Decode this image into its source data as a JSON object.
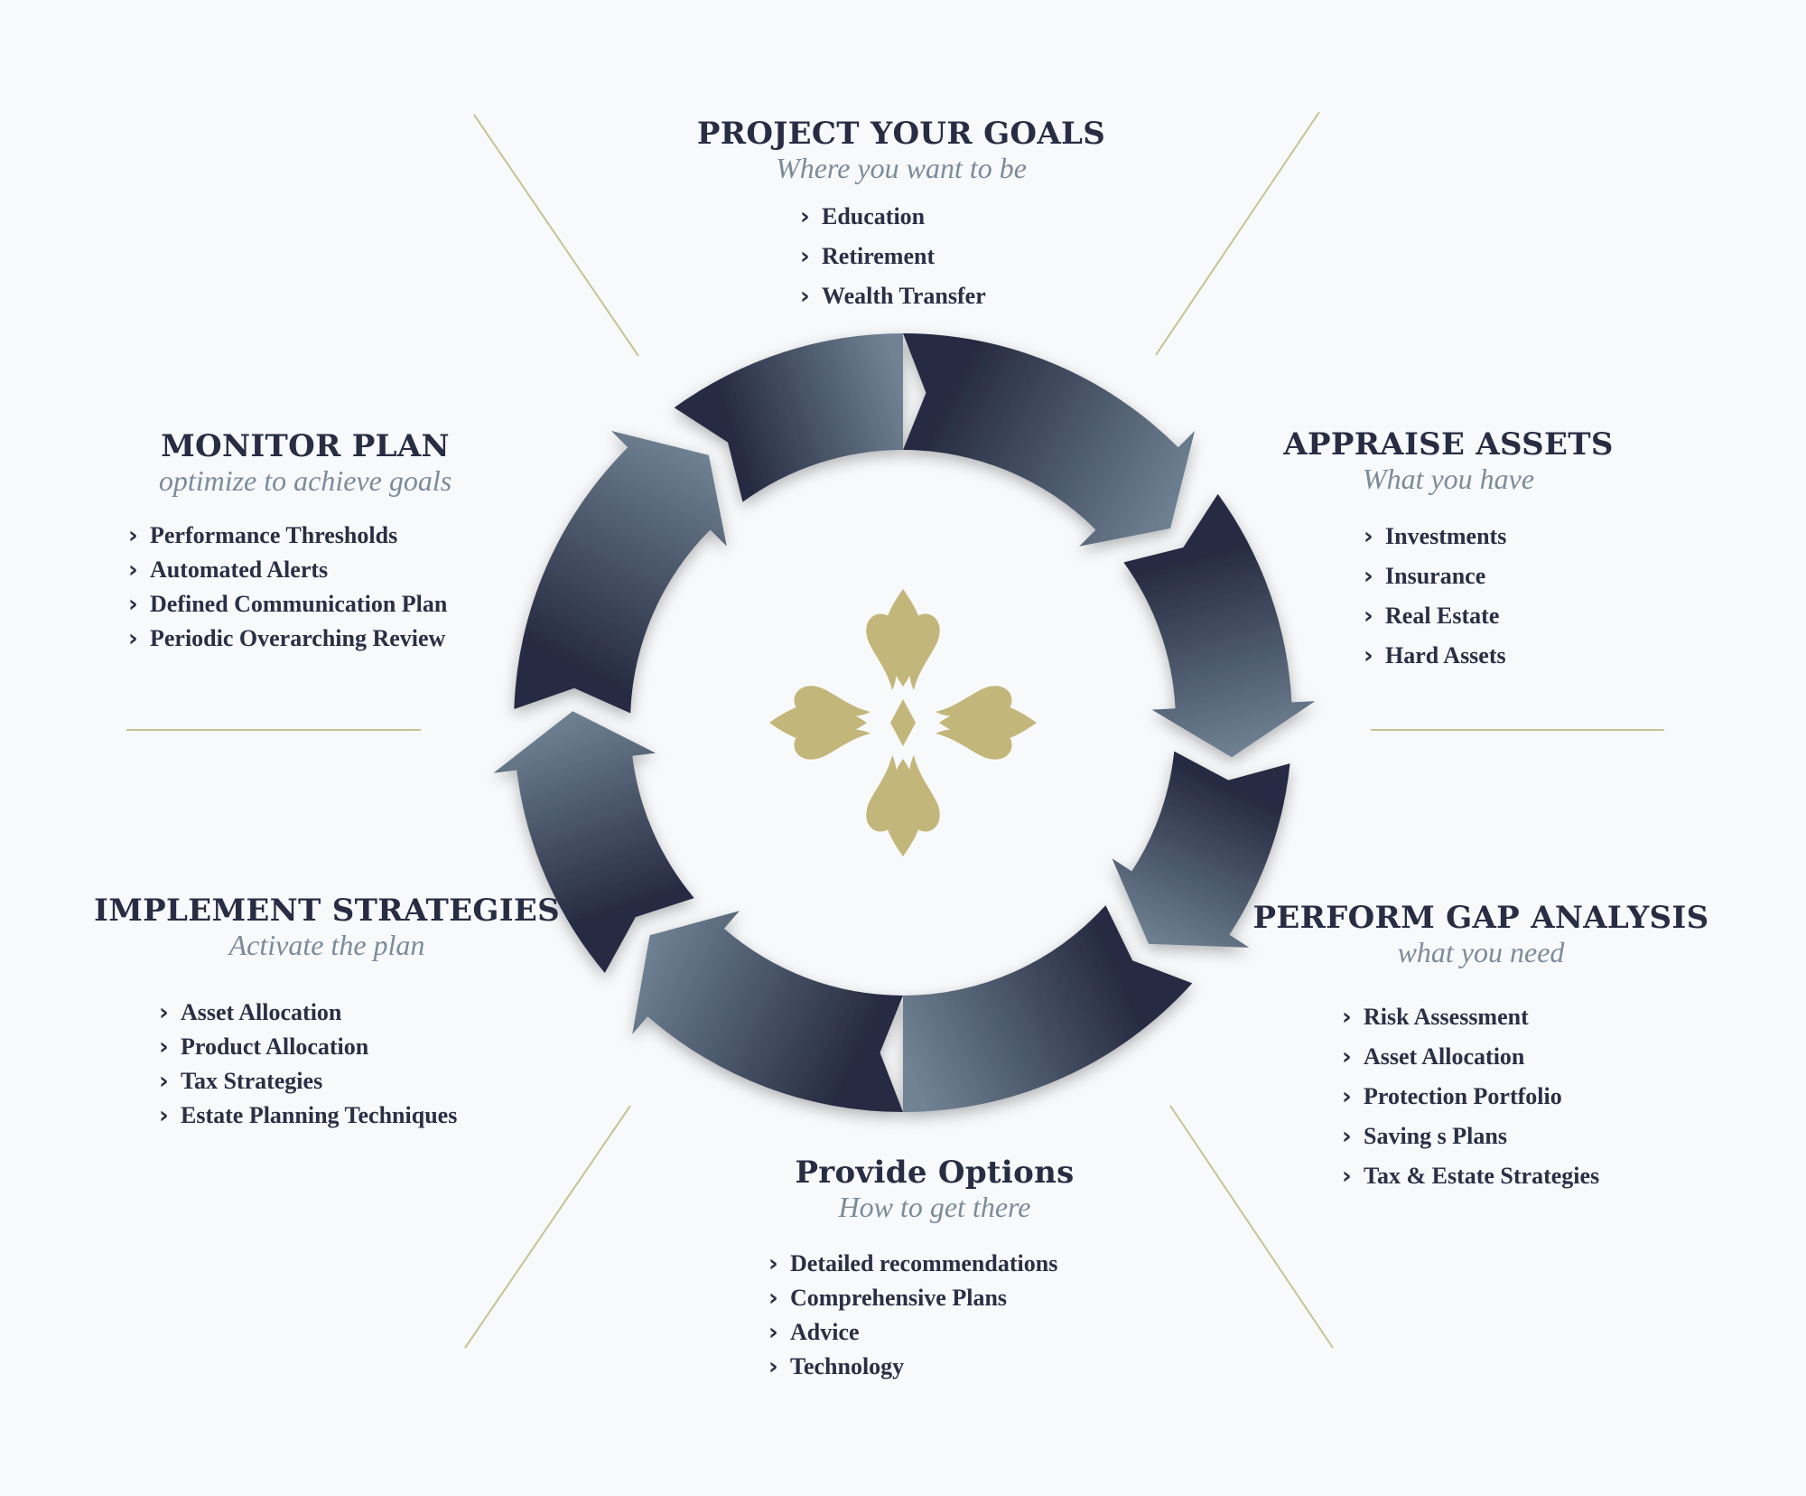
{
  "steps": [
    {
      "title": "PROJECT YOUR GOALS",
      "subtitle": "Where you want to be",
      "items": [
        "Education",
        "Retirement",
        "Wealth Transfer"
      ]
    },
    {
      "title": "APPRAISE ASSETS",
      "subtitle": "What you have",
      "items": [
        "Investments",
        "Insurance",
        "Real Estate",
        "Hard Assets"
      ]
    },
    {
      "title": "PERFORM GAP ANALYSIS",
      "subtitle": "what you need",
      "items": [
        "Risk Assessment",
        "Asset Allocation",
        "Protection Portfolio",
        "Saving s Plans",
        "Tax & Estate Strategies"
      ]
    },
    {
      "title": "Provide Options",
      "subtitle": "How to get there",
      "items": [
        "Detailed recommendations",
        "Comprehensive Plans",
        "Advice",
        "Technology"
      ]
    },
    {
      "title": "IMPLEMENT STRATEGIES",
      "subtitle": "Activate the plan",
      "items": [
        "Asset Allocation",
        "Product Allocation",
        "Tax Strategies",
        "Estate Planning Techniques"
      ]
    },
    {
      "title": "MONITOR PLAN",
      "subtitle": "optimize to achieve goals",
      "items": [
        "Performance Thresholds",
        "Automated Alerts",
        "Defined Communication Plan",
        "Periodic Overarching Review"
      ]
    }
  ],
  "colors": {
    "arrow_dark": "#272c42",
    "arrow_light": "#6f8293",
    "gold": "#c2b67a",
    "divider": "#c8c294",
    "title": "#282d44",
    "subtitle": "#7b8b9b"
  },
  "icons": {
    "item_marker": "chevron-right-icon",
    "center_emblem": "gold-ornament-icon"
  }
}
